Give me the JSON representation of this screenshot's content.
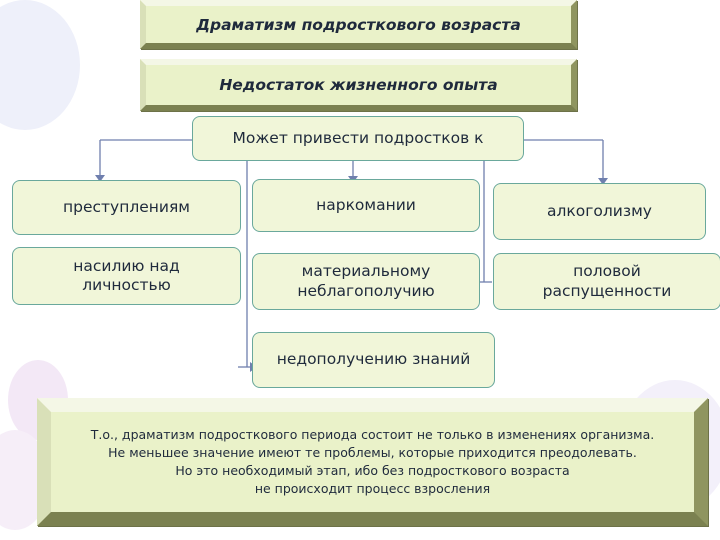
{
  "title": "Драматизм подросткового возраста",
  "subtitle": "Недостаток жизненного опыта",
  "root": "Может привести подростков к",
  "outcomes": {
    "crime": "преступлениям",
    "drugs": "наркомании",
    "alcohol": "алкоголизму",
    "violence_line1": "насилию над",
    "violence_line2": "личностью",
    "poverty_line1": "материальному",
    "poverty_line2": "неблагополучию",
    "promiscuity_line1": "половой",
    "promiscuity_line2": "распущенности",
    "knowledge": "недополучению знаний"
  },
  "conclusion": [
    "Т.о., драматизм подросткового периода состоит не только в изменениях организма.",
    "Не меньшее значение имеют те проблемы, которые приходится преодолевать.",
    "Но это необходимый этап, ибо без  подросткового возраста",
    "не происходит процесс взросления"
  ],
  "colors": {
    "box_fill": "#eaf2c9",
    "node_fill": "#f1f6d9",
    "node_border": "#6aa89c",
    "line": "#6f7fae"
  }
}
